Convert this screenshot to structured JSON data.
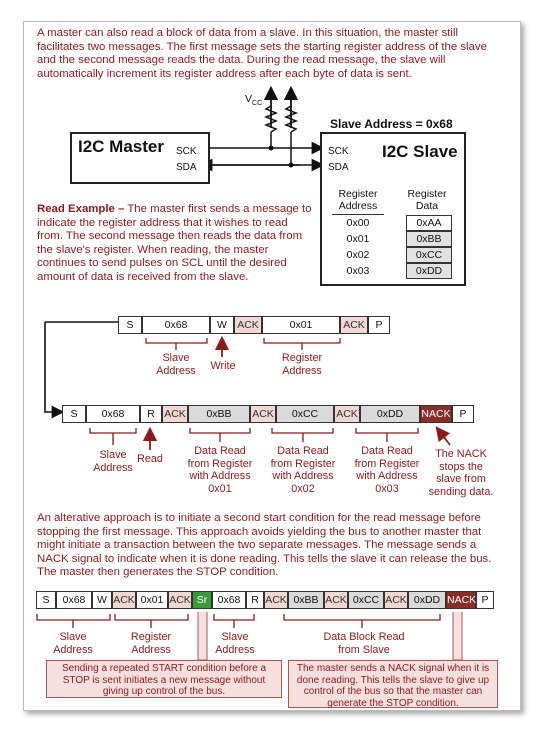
{
  "intro": "A master can also read a block of data from a slave.  In this situation, the master still facilitates two messages.  The first message sets the starting register address of the slave and the second message reads the data.  During the read message, the slave will automatically increment its register address after each byte of data is sent.",
  "vcc": "V",
  "vcc_sub": "CC",
  "slave_address_title": "Slave Address = 0x68",
  "master": {
    "title": "I2C Master",
    "sck": "SCK",
    "sda": "SDA"
  },
  "slave": {
    "title": "I2C Slave",
    "sck": "SCK",
    "sda": "SDA"
  },
  "registers": {
    "addr_header": "Register Address",
    "data_header": "Register Data",
    "rows": [
      {
        "addr": "0x00",
        "data": "0xAA"
      },
      {
        "addr": "0x01",
        "data": "0xBB"
      },
      {
        "addr": "0x02",
        "data": "0xCC"
      },
      {
        "addr": "0x03",
        "data": "0xDD"
      }
    ]
  },
  "read_example": {
    "lead": "Read Example –",
    "text": " The master first sends a message to indicate the register address that it wishes to read from.  The second message then reads the data from the slave's register.  When reading, the master continues to send pulses on SCL until the desired amount of data is received from the slave."
  },
  "msg1": {
    "cells": [
      "S",
      "0x68",
      "W",
      "ACK",
      "0x01",
      "ACK",
      "P"
    ],
    "labels": {
      "slave_address": "Slave Address",
      "write": "Write",
      "register_address": "Register Address"
    }
  },
  "msg2": {
    "cells": [
      "S",
      "0x68",
      "R",
      "ACK",
      "0xBB",
      "ACK",
      "0xCC",
      "ACK",
      "0xDD",
      "NACK",
      "P"
    ],
    "labels": {
      "slave_address": "Slave Address",
      "read": "Read",
      "d1": "Data Read from Register with Address 0x01",
      "d2": "Data Read from Register with Address 0x02",
      "d3": "Data Read from Register with Address 0x03",
      "nack": "The NACK stops the slave from sending data."
    }
  },
  "alt_text": "An alterative approach is to initiate a second start condition for the read message before stopping the first message.  This approach avoids yielding the bus to another master that might initiate a transaction between the two separate messages.  The message sends a NACK signal to indicate when it is done reading.  This tells the slave it can release the bus.  The master then generates the STOP condition.",
  "msg3": {
    "cells": [
      "S",
      "0x68",
      "W",
      "ACK",
      "0x01",
      "ACK",
      "Sr",
      "0x68",
      "R",
      "ACK",
      "0xBB",
      "ACK",
      "0xCC",
      "ACK",
      "0xDD",
      "NACK",
      "P"
    ],
    "labels": {
      "slave_address": "Slave Address",
      "register_address": "Register Address",
      "slave_address2": "Slave Address",
      "data_block": "Data Block Read from Slave"
    },
    "note_left": "Sending a repeated START condition before a STOP is sent initiates a new message without giving up control of the bus.",
    "note_right": "The master sends a NACK signal when it is done reading.  This tells the slave to give up control of the bus so that the master can generate the STOP condition."
  }
}
